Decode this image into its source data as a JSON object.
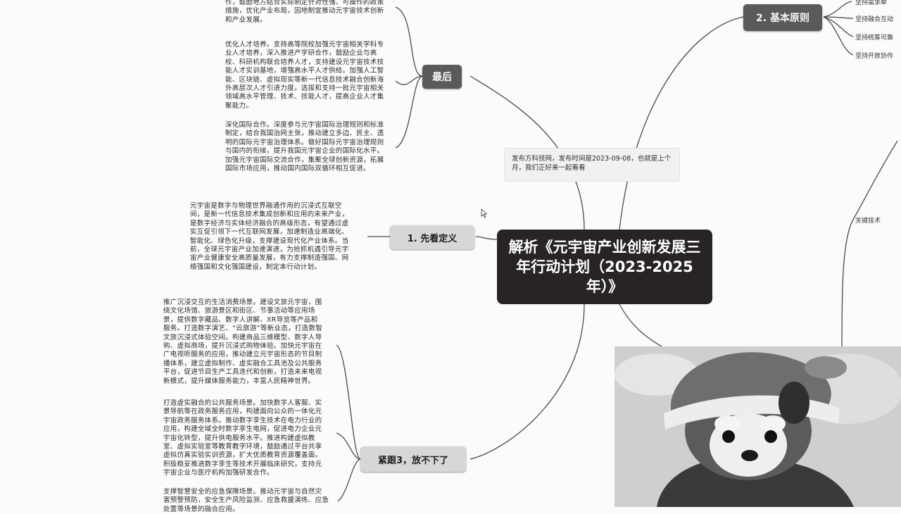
{
  "center_title": "解析《元宇宙产业创新发展三年行动计划（2023-2025年）》",
  "note": "发布方科技网，发布时间是2023-09-08，也就是上个月，我们正好来一起看看",
  "nodes": {
    "last": "最后",
    "definition": "1. 先看定义",
    "follow": "紧跟3，放不下了",
    "principles": "2. 基本原则"
  },
  "right_items": [
    "坚持需求牵",
    "坚持融合互动",
    "坚持统筹可靠",
    "坚持开放协作",
    "关键技术"
  ],
  "texts": {
    "top_partial": "作，鼓励地方结合实际制定针对性强、可操作的政策\n措施，优化产业布局，因地制宜推动元宇宙技术创新\n和产业发展。",
    "talent": "优化人才培养。支持高等院校加强元宇宙相关学科专\n业人才培养，深入推进产学研合作，鼓励企业与高\n校、科研机构联合培养人才，支持建设元宇宙技术技\n能人才实训基地，增强高水平人才供给。加强人工智\n能、区块链、虚拟现实等新一代信息技术融合创新海\n外高层次人才引进力度。选拔和支持一批元宇宙相关\n领域高水平管理、技术、技能人才，提高企业人才集\n聚能力。",
    "intl": "深化国际合作。深度参与元宇宙国际治理规则和标准\n制定，结合我国治网主张，推动建立多边、民主、透\n明的国际元宇宙治理体系。做好国际元宇宙治理规则\n与国内的衔接，提升我国元宇宙企业的国际化水平。\n加强元宇宙国际交流合作，集聚全球创新资源，拓展\n国际市场应用，推动国内国际双循环相互促进。",
    "definition": "元宇宙是数字与物理世界融通作用的沉浸式互联空\n间，是新一代信息技术集成创新和应用的未来产业，\n是数字经济与实体经济融合的高级形态，有望通过虚\n实互促引领下一代互联网发展，加速制造业高端化、\n智能化、绿色化升级，支撑建设现代化产业体系。当\n前，全球元宇宙产业加速演进，为抢抓机遇引导元宇\n宙产业健康安全高质量发展，有力支撑制造强国、网\n络强国和文化强国建设，制定本行动计划。",
    "life": "推广沉浸交互的生活消费场景。建设文旅元宇宙，围\n绕文化场馆、旅游景区和街区、节事活动等应用场\n景，提供数字藏品、数字人讲解、XR导览等产品和\n服务。打造数字演艺、“云旅游”等新业态，打造数智\n文旅沉浸式体验空间。构建商品三维模型、数字人导\n购、虚拟商场，提升沉浸式购物体验。加快元宇宙在\n广电视听服务的应用，推动建立元宇宙形态的节目制\n播体系，建立虚拟制作、虚实融合工具池及公共服务\n平台，促进节目生产工具迭代和创新，打造未来电视\n新模式，提升媒体服务能力，丰富人民精神世界。",
    "public": "打造虚实融合的公共服务场景。加快数字人客服、实\n景导航等在政务服务应用，构建面向公众的一体化元\n宇宙政务服务体系。推动数字孪生技术在电力行业的\n应用，构建全域全时数字孪生电网，促进电力企业元\n宇宙化转型，提升供电服务水平。推进构建虚拟教\n室、虚拟实验室等教育教学环境，鼓励通过平台共享\n虚拟仿真实验实训资源，扩大优质教育资源覆盖面。\n积极稳妥推进数字孪生等技术开展临床研究，支持元\n宇宙企业与医疗机构加强研发合作。",
    "safety": "支撑智慧安全的应急保障场景。推动元宇宙与自然灾\n害预警预防，安全生产风险监测、应急救援演练、应急\n处置等场景的融合应用。"
  }
}
